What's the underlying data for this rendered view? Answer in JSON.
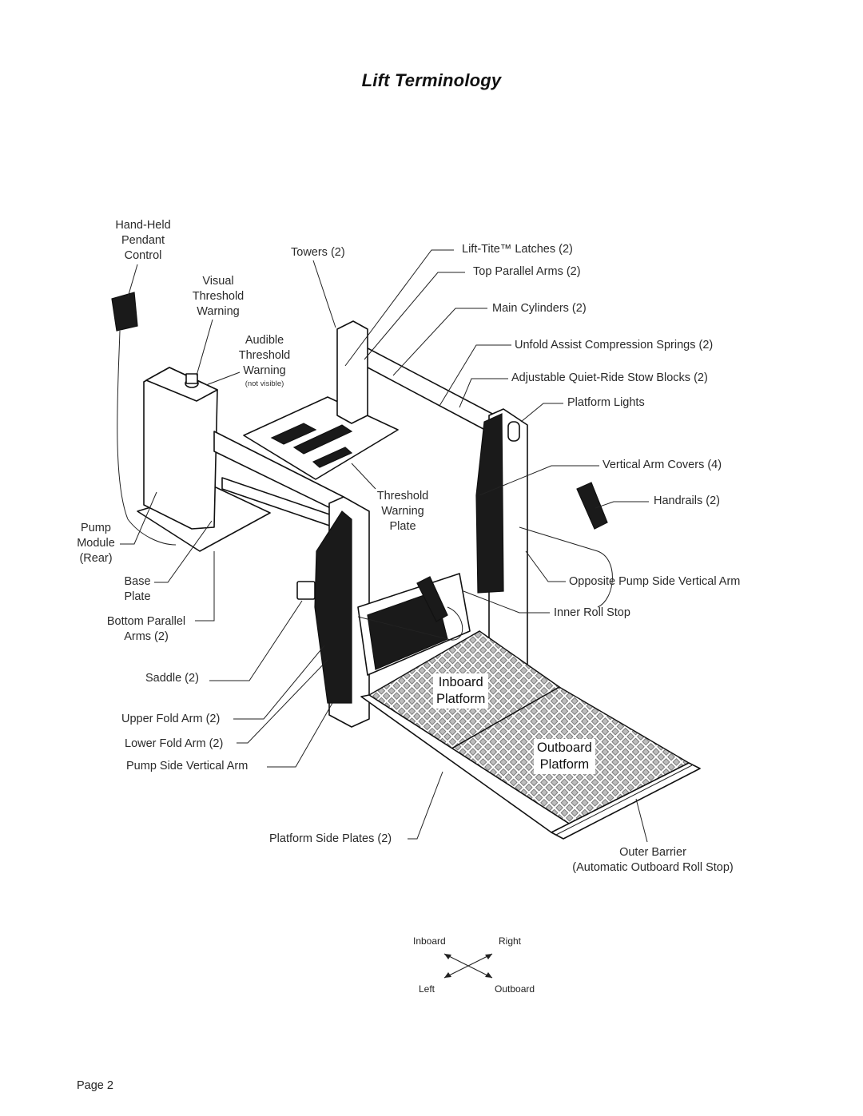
{
  "title": "Lift Terminology",
  "labels": {
    "hand_held": "Hand-Held",
    "pendant": "Pendant",
    "control": "Control",
    "visual": "Visual",
    "threshold1": "Threshold",
    "warning1": "Warning",
    "audible": "Audible",
    "threshold2": "Threshold",
    "warning2": "Warning",
    "not_visible": "(not visible)",
    "towers": "Towers (2)",
    "lift_tite": "Lift-Tite™ Latches (2)",
    "top_parallel": "Top Parallel Arms (2)",
    "main_cylinders": "Main Cylinders (2)",
    "unfold_assist": "Unfold Assist Compression Springs (2)",
    "stow_blocks": "Adjustable Quiet-Ride Stow Blocks (2)",
    "platform_lights": "Platform Lights",
    "vertical_arm_covers": "Vertical Arm Covers (4)",
    "handrails": "Handrails (2)",
    "opposite_pump_side": "Opposite Pump Side Vertical Arm",
    "inner_roll_stop": "Inner Roll Stop",
    "threshold3": "Threshold",
    "warning3": "Warning",
    "plate": "Plate",
    "pump": "Pump",
    "module": "Module",
    "rear": "(Rear)",
    "base": "Base",
    "plate2": "Plate",
    "bottom_parallel": "Bottom Parallel",
    "arms2": "Arms (2)",
    "saddle": "Saddle (2)",
    "upper_fold": "Upper Fold Arm (2)",
    "lower_fold": "Lower Fold Arm (2)",
    "pump_side_vertical": "Pump Side Vertical Arm",
    "inboard": "Inboard",
    "platform_a": "Platform",
    "outboard": "Outboard",
    "platform_b": "Platform",
    "side_plates": "Platform Side Plates (2)",
    "outer_barrier": "Outer Barrier",
    "auto_roll_stop": "(Automatic Outboard Roll Stop)"
  },
  "compass": {
    "inboard": "Inboard",
    "right": "Right",
    "left": "Left",
    "outboard": "Outboard"
  },
  "footer": {
    "page": "Page 2"
  }
}
